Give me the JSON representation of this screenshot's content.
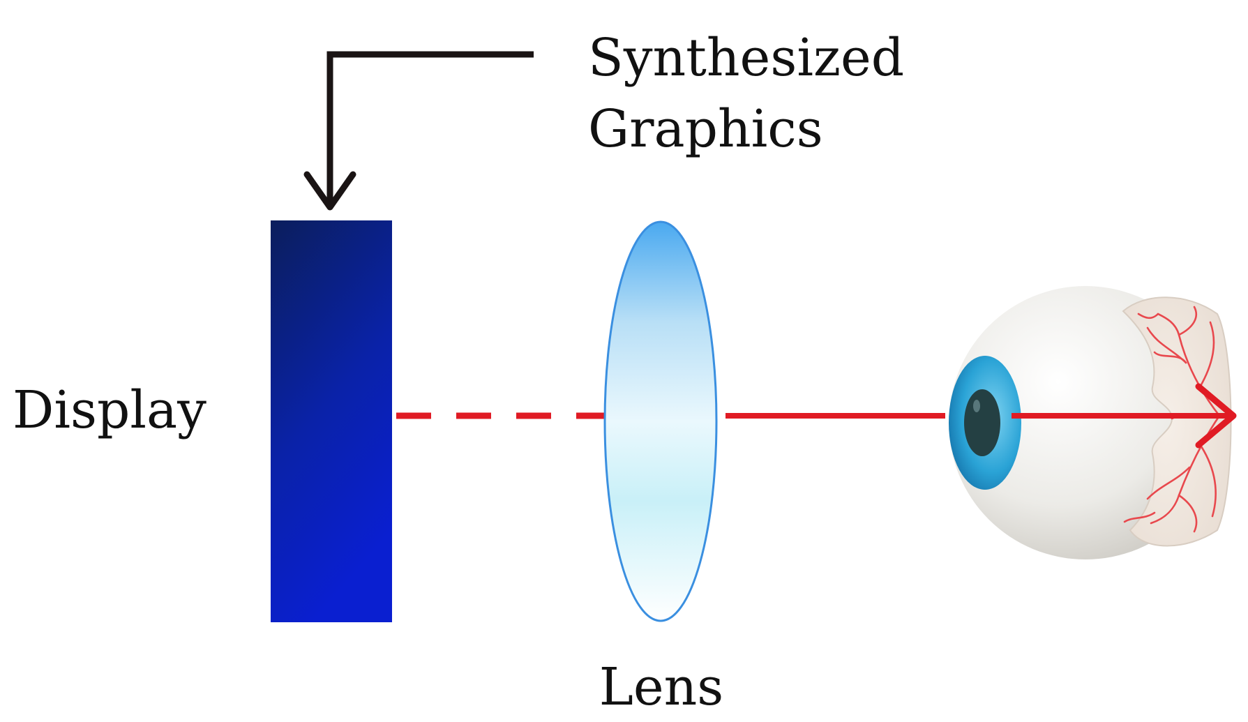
{
  "labels": {
    "synthesized_line1": "Synthesized",
    "synthesized_line2": "Graphics",
    "display": "Display",
    "lens": "Lens"
  },
  "components": {
    "display": {
      "name": "display-panel",
      "color_top": "#0b1e5c",
      "color_bottom": "#0a1fd0"
    },
    "lens": {
      "name": "convex-lens",
      "color_edge": "#3a8fe0",
      "color_top": "#5ab3f2",
      "color_mid": "#e9f7fd"
    },
    "eye": {
      "name": "eyeball-icon",
      "iris_color": "#2aa3d6",
      "sclera_color": "#ececea",
      "vessel_color": "#e8484d"
    }
  },
  "colors": {
    "ray": "#e01b24",
    "arrow": "#1a1414",
    "text": "#111111"
  }
}
